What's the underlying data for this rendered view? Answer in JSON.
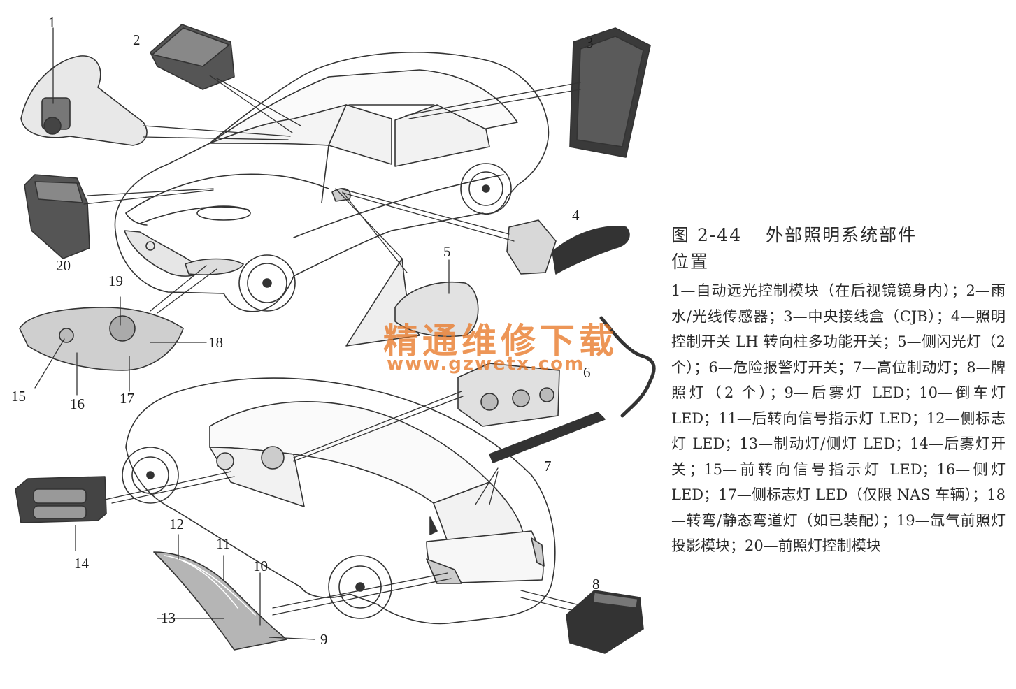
{
  "figure": {
    "number": "图 2-44",
    "title_line1": "外部照明系统部件",
    "title_line2": "位置"
  },
  "legend_text": "1—自动远光控制模块（在后视镜镜身内）；2—雨水/光线传感器；3—中央接线盒（CJB）；4—照明控制开关 LH 转向柱多功能开关；5—侧闪光灯（2个）；6—危险报警灯开关；7—高位制动灯；8—牌照灯（2 个）；9—后雾灯 LED；10—倒车灯 LED；11—后转向信号指示灯 LED；12—侧标志灯 LED；13—制动灯/侧灯 LED；14—后雾灯开关；15—前转向信号指示灯 LED；16—侧灯 LED；17—侧标志灯 LED（仅限 NAS 车辆）；18—转弯/静态弯道灯（如已装配）；19—氙气前照灯投影模块；20—前照灯控制模块",
  "callouts": [
    "1",
    "2",
    "3",
    "4",
    "5",
    "6",
    "7",
    "8",
    "9",
    "10",
    "11",
    "12",
    "13",
    "14",
    "15",
    "16",
    "17",
    "18",
    "19",
    "20"
  ],
  "watermark": {
    "text": "精通维修下载",
    "url": "www.gzwetx.com"
  }
}
